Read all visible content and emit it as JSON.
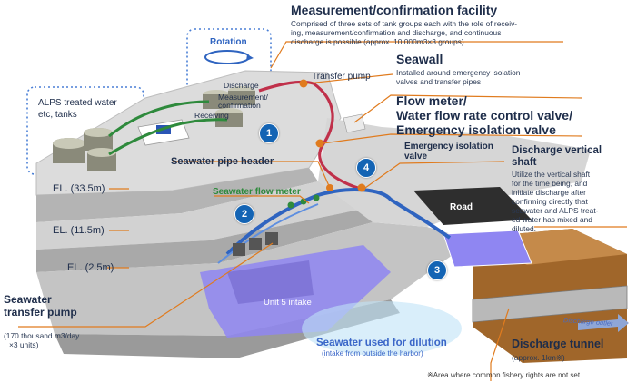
{
  "measurement_facility": {
    "title": "Measurement/confirmation facility",
    "desc_line1": "Comprised of three sets of tank groups each with the role of receiv-",
    "desc_line2": "ing, measurement/confirmation and discharge, and continuous",
    "desc_line3": "discharge is possible  (approx. 10,000m3×3 groups)"
  },
  "rotation": "Rotation",
  "tank_roles": {
    "discharge": "Discharge",
    "measurement_line1": "Measurement/",
    "measurement_line2": "confirmation",
    "receiving": "Receiving"
  },
  "alps_tanks": {
    "line1": "ALPS treated water",
    "line2": "etc,  tanks"
  },
  "transfer_pump": "Transfer pump",
  "seawall": {
    "title": "Seawall",
    "desc_line1": "Installed around emergency isolation",
    "desc_line2": "valves and transfer pipes"
  },
  "flow_meter": {
    "line1": "Flow meter/",
    "line2": "Water flow rate control valve/",
    "line3": "Emergency isolation valve"
  },
  "seawater_pipe_header": "Seawater pipe header",
  "emergency_isolation_valve": {
    "line1": "Emergency isolation",
    "line2": "valve"
  },
  "discharge_vertical_shaft": {
    "title_line1": "Discharge vertical",
    "title_line2": "shaft",
    "desc": [
      "Utilize the vertical shaft",
      "for the time being, and",
      "initiate discharge after",
      "confirming directly that",
      "seawater and ALPS treat-",
      "ed water has mixed and",
      "diluted."
    ]
  },
  "seawater_flow_meter": "Seawater flow meter",
  "road": "Road",
  "elevations": [
    "EL. (33.5m)",
    "EL. (11.5m)",
    "EL. (2.5m)"
  ],
  "markers": [
    "1",
    "2",
    "3",
    "4"
  ],
  "unit5_intake": "Unit 5 intake",
  "seawater_transfer_pump": {
    "line1": "Seawater",
    "line2": "transfer pump",
    "desc1": "(170 thousand m3/day",
    "desc2": "×3 units)"
  },
  "seawater_dilution": {
    "title": "Seawater used for dilution",
    "sub": "(intake from outside the harbor)"
  },
  "discharge_outlet": "Discharge outlet",
  "discharge_tunnel": {
    "title": "Discharge  tunnel",
    "sub": "(approx. 1km※)"
  },
  "footnote": "※Area where common fishery rights are not set",
  "colors": {
    "leader": "#e07b1e",
    "marker": "#1464b4",
    "pipe_red": "#c0304a",
    "pipe_blue": "#2f64c0",
    "pipe_green": "#2e8a3c",
    "water": "#8f86f2",
    "soil": "#a0662a"
  }
}
